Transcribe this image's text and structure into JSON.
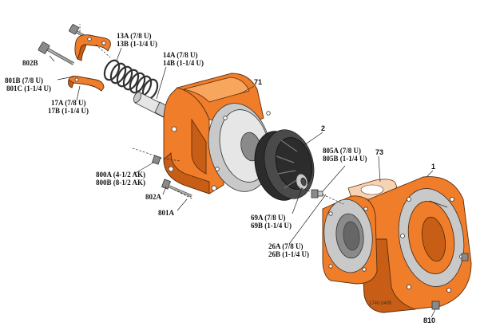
{
  "labels": {
    "l802b": "802B",
    "l801b": "801B (7/8 U)",
    "l801c": "801C (1-1/4 U)",
    "l13a": "13A (7/8 U)",
    "l13b": "13B (1-1/4 U)",
    "l14a": "14A (7/8 U)",
    "l14b": "14B (1-1/4 U)",
    "l71": "71",
    "l17a": "17A (7/8 U)",
    "l17b": "17B (1-1/4 U)",
    "l2": "2",
    "l805a": "805A (7/8 U)",
    "l805b": "805B (1-1/4 U)",
    "l73": "73",
    "l1": "1",
    "l800a": "800A (4-1/2 AK)",
    "l800b": "800B (8-1/2 AK)",
    "l802a": "802A",
    "l801a": "801A",
    "l69a": "69A (7/8 U)",
    "l69b": "69B (1-1/4 U)",
    "l26a": "26A (7/8 U)",
    "l26b": "26B (1-1/4 U)",
    "l810": "810",
    "drawing_no": "1740.0405"
  },
  "colors": {
    "part_orange": "#f07d2a",
    "part_gray": "#c9c9c9",
    "impeller_dark": "#2c2c2c"
  }
}
